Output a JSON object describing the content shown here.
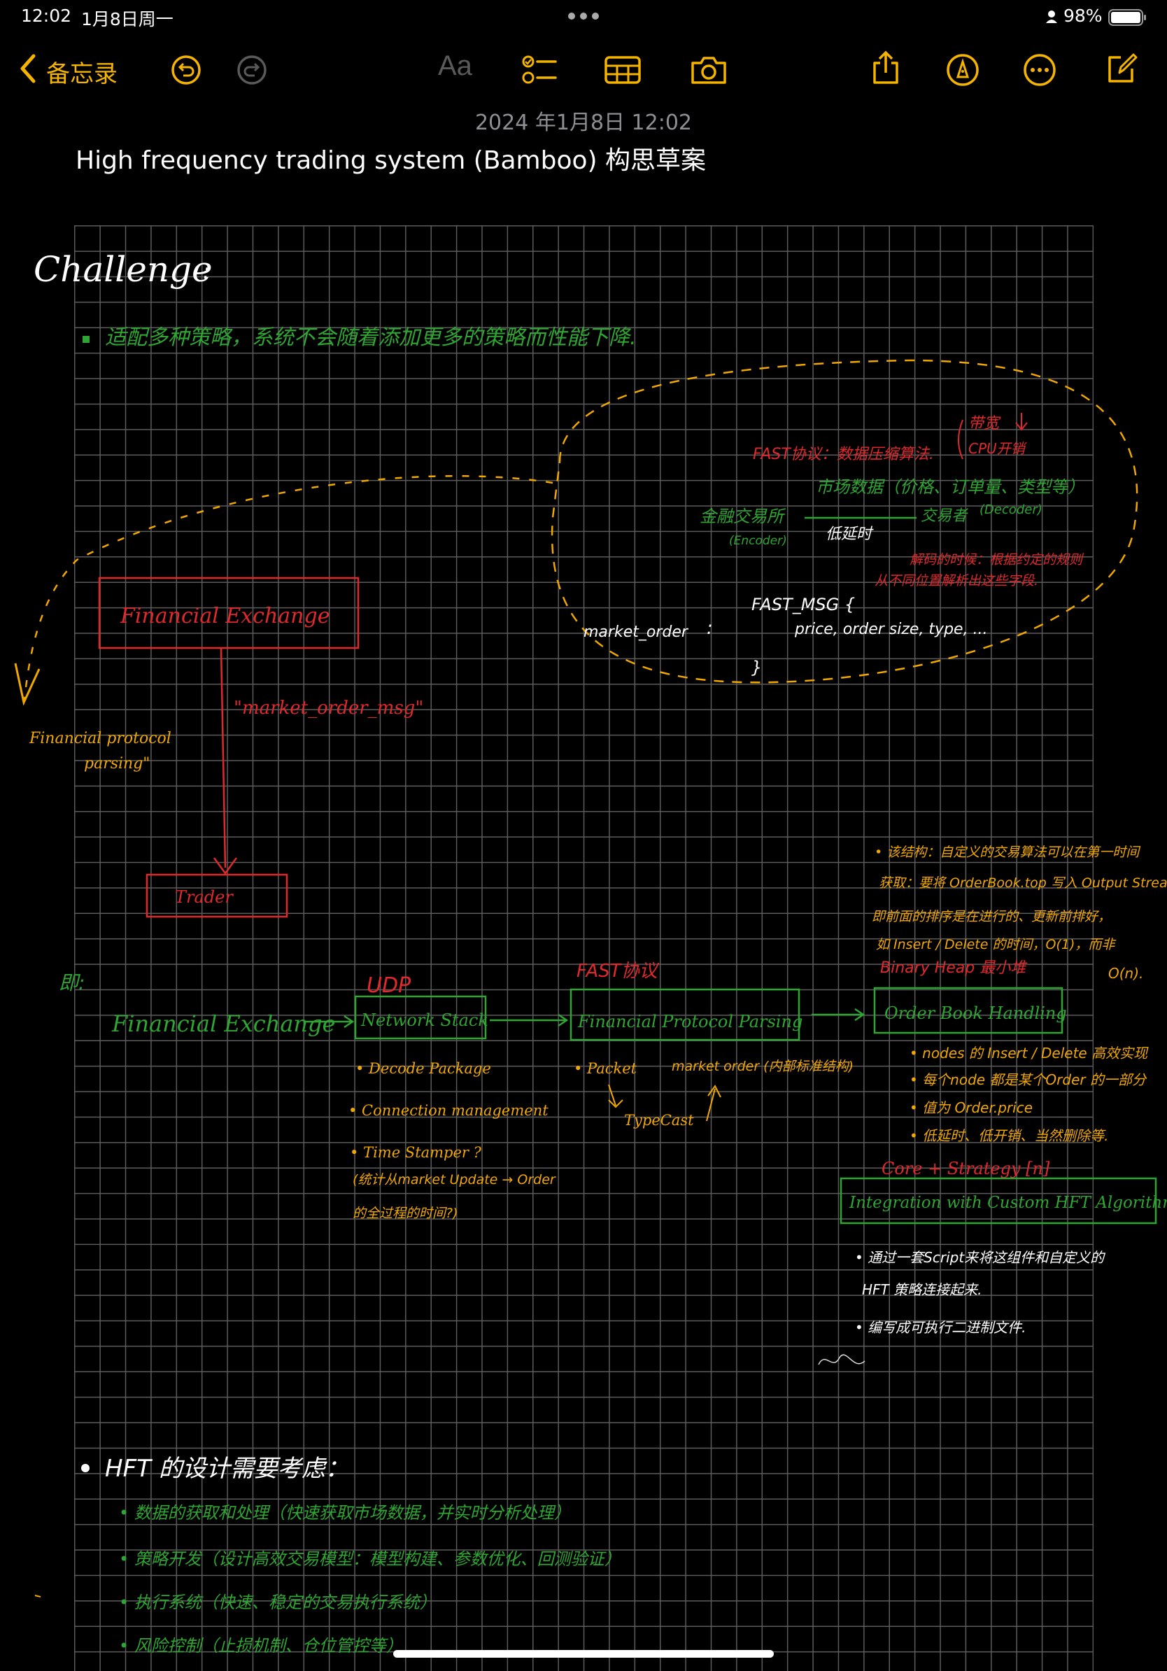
{
  "status_bar": {
    "time": "12:02",
    "date": "1月8日周一",
    "battery": "98%",
    "colors": {
      "text": "#ffffff"
    }
  },
  "toolbar": {
    "back_label": "备忘录",
    "format_label": "Aa",
    "accent_color": "#f4b400",
    "icons": [
      "chevron-left-icon",
      "undo-icon",
      "redo-icon",
      "checklist-icon",
      "table-icon",
      "camera-icon",
      "share-icon",
      "markup-pen-icon",
      "more-icon",
      "compose-icon"
    ]
  },
  "note": {
    "date": "2024 年1月8日 12:02",
    "title": "High frequency trading system (Bamboo) 构思草案"
  },
  "sketch": {
    "challenge_heading": "Challenge",
    "challenge_colon": ":",
    "challenge_item": "适配多种策略，系统不会随着添加更多的策略而性能下降.",
    "top_box": {
      "fast_protocol": "FAST协议：数据压缩算法.",
      "bandwidth": "带宽",
      "cpu": "CPU开销",
      "market_data": "市场数据（价格、订单量、类型等）",
      "exchange": "金融交易所",
      "encoder": "(Encoder)",
      "low_latency": "低延时",
      "trader": "交易者",
      "decoder": "(Decoder)",
      "decode_note_1": "解码的时候：根据约定的规则",
      "decode_note_2": "从不同位置解析出这些字段.",
      "fast_msg": "FAST_MSG {",
      "fields": "price, order size, type, ...",
      "close_brace": "}",
      "market_order": "market_order",
      "colon": ":"
    },
    "left_flow": {
      "financial_exchange": "Financial Exchange",
      "msg": "\"market_order_msg\"",
      "trader": "Trader",
      "protocol_1": "Financial protocol",
      "protocol_2": "parsing\""
    },
    "pipeline": {
      "ji": "即:",
      "financial_exchange": "Financial Exchange",
      "udp": "UDP",
      "network_stack": "Network Stack",
      "fast_label": "FAST协议",
      "protocol_parsing": "Financial Protocol Parsing",
      "order_book": "Order Book Handling",
      "net_bullets": [
        "• Decode Package",
        "• Connection management",
        "• Time Stamper ?",
        "(统计从market Update → Order",
        "的全过程的时间?)"
      ],
      "packet": "• Packet",
      "typecast": "TypeCast",
      "market_order_internal": "market order (内部标准结构)",
      "ob_note": [
        "• 该结构：自定义的交易算法可以在第一时间",
        "获取：要将 OrderBook.top 写入 Output Stream",
        "即前面的排序是在进行的、更新前排好，",
        "如 Insert / Delete 的时间，O(1)，而非",
        "O(n)."
      ],
      "binary_heap": "Binary Heap 最小堆",
      "ob_bullets": [
        "• nodes 的 Insert / Delete 高效实现",
        "• 每个node 都是某个Order 的一部分",
        "• 值为 Order.price",
        "• 低延时、低开销、当然删除等."
      ],
      "core_strategy": "Core + Strategy [n]",
      "integration": "Integration with Custom HFT Algorithm",
      "int_bullets": [
        "• 通过一套Script来将这组件和自定义的",
        "HFT 策略连接起来.",
        "• 编写成可执行二进制文件."
      ]
    },
    "hft": {
      "heading": "HFT 的设计需要考虑：",
      "items": [
        "• 数据的获取和处理（快速获取市场数据，并实时分析处理）",
        "• 策略开发（设计高效交易模型：模型构建、参数优化、回测验证）",
        "• 执行系统（快速、稳定的交易执行系统）",
        "• 风险控制（止损机制、仓位管控等）"
      ]
    },
    "ink_colors": {
      "green": "#2fa533",
      "red": "#e0292d",
      "yellow": "#f0a800",
      "white": "#ffffff"
    }
  }
}
